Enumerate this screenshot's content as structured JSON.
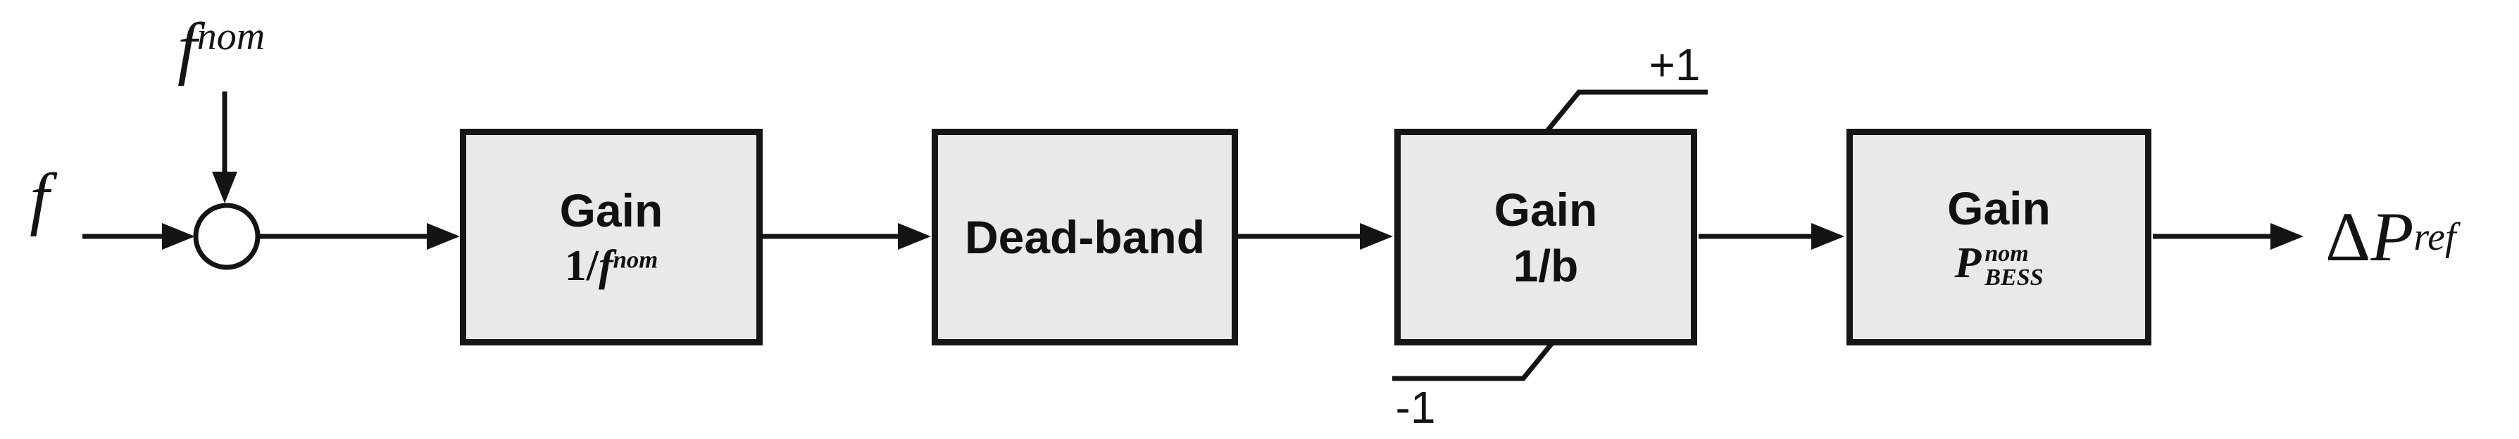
{
  "diagram": {
    "type": "control-block-diagram",
    "input_label": "f",
    "nominal_label": {
      "base": "f",
      "sup": "nom"
    },
    "output_label": {
      "delta": "Δ",
      "base": "P",
      "sup": "ref"
    },
    "blocks": [
      {
        "id": "gain-fnom",
        "title": "Gain",
        "formula": {
          "prefix": "1/",
          "var": "f",
          "sup": "nom"
        }
      },
      {
        "id": "dead-band",
        "title": "Dead-band"
      },
      {
        "id": "gain-1b",
        "title": "Gain",
        "formula": {
          "text": "1/b"
        },
        "saturation": {
          "upper": "+1",
          "lower": "-1"
        }
      },
      {
        "id": "gain-pbess",
        "title": "Gain",
        "formula": {
          "var": "P",
          "sup": "nom",
          "sub": "BESS"
        }
      }
    ],
    "colors": {
      "block_fill": "#e9e9e9",
      "stroke": "#141414",
      "background": "#ffffff"
    }
  }
}
